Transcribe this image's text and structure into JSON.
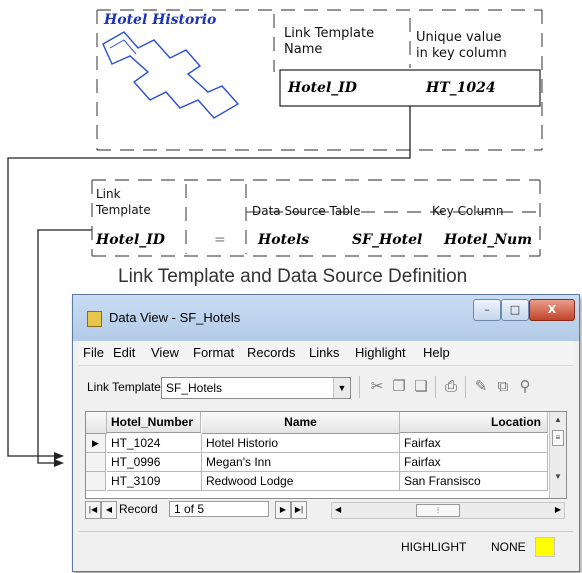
{
  "diagram": {
    "map_label": "Hotel Historio",
    "top_table": {
      "col1_header": [
        "Link Template",
        "Name"
      ],
      "col2_header": [
        "Unique value",
        "in key column"
      ],
      "value1": "Hotel_ID",
      "value2": "HT_1024"
    },
    "bottom_table": {
      "link_template_header": [
        "Link",
        "Template"
      ],
      "equals": "=",
      "data_source_table_header": "Data Source Table",
      "key_column_header": "Key Column",
      "link_template_value": "Hotel_ID",
      "data_source_value": "Hotels",
      "table_value": "SF_Hotel",
      "key_column_value": "Hotel_Num"
    },
    "caption": "Link Template and Data Source Definition"
  },
  "window": {
    "title": "Data View - SF_Hotels",
    "title_icon": "data-view-icon",
    "controls": {
      "minimize": "–",
      "maximize": "□",
      "close": "X"
    },
    "menu": [
      "File",
      "Edit",
      "View",
      "Format",
      "Records",
      "Links",
      "Highlight",
      "Help"
    ],
    "toolbar": {
      "link_template_label": "Link Template:",
      "link_template_value": "SF_Hotels",
      "icons": [
        "cut-icon",
        "copy-icon",
        "paste-icon",
        "print-icon",
        "edit-icon",
        "copy-record-icon",
        "find-icon"
      ]
    },
    "grid": {
      "columns": [
        "Hotel_Number",
        "Name",
        "Location"
      ],
      "rows": [
        [
          "HT_1024",
          "Hotel Historio",
          "Fairfax"
        ],
        [
          "HT_0996",
          "Megan's Inn",
          "Fairfax"
        ],
        [
          "HT_3109",
          "Redwood Lodge",
          "San Fransisco"
        ]
      ],
      "current_row_marker": "▶"
    },
    "navigation": {
      "record_label": "Record",
      "record_position": "1 of 5"
    },
    "status": {
      "highlight_label": "HIGHLIGHT",
      "highlight_value": "NONE",
      "highlight_color": "#ffff00"
    }
  }
}
